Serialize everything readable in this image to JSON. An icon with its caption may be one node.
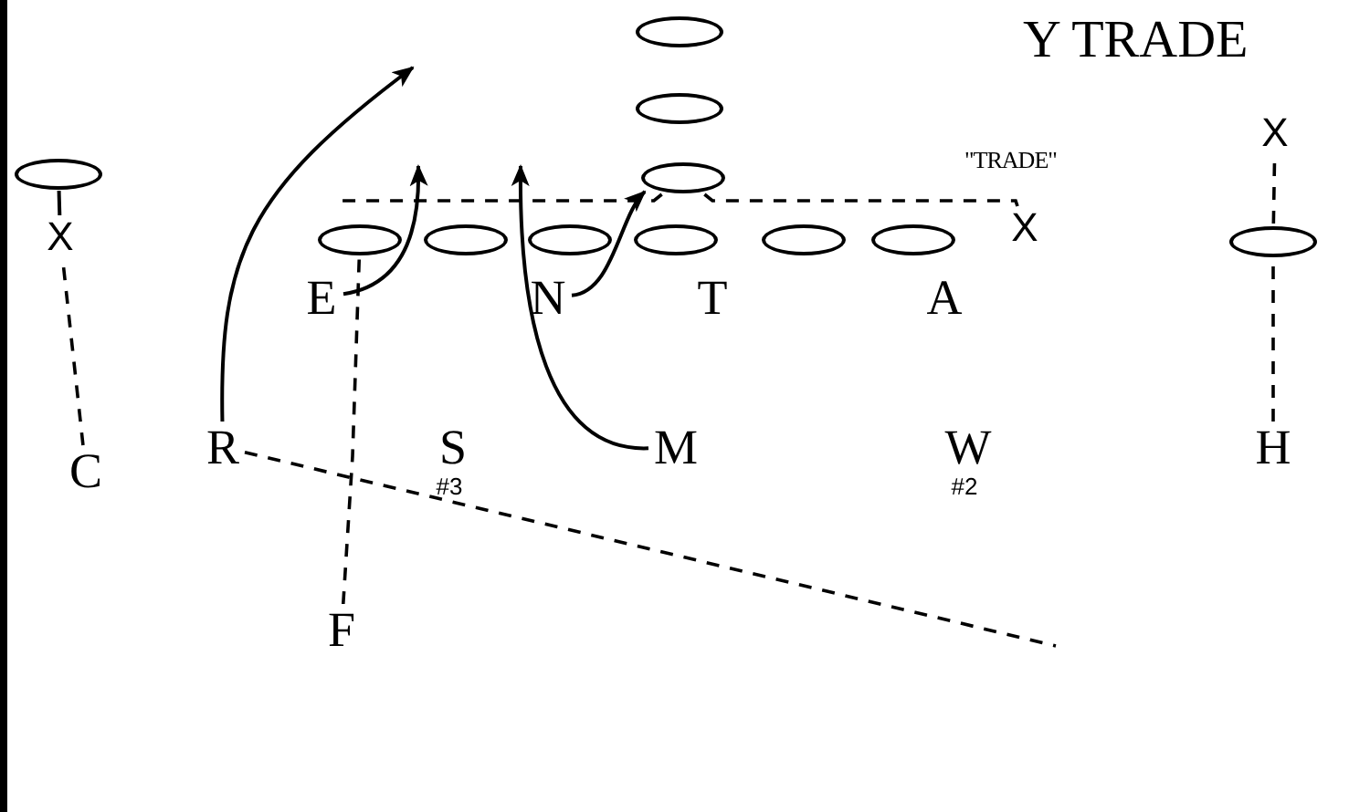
{
  "diagram": {
    "title": "Y TRADE",
    "nodes": [
      {
        "text": [],
        "shape": "ellipse"
      },
      {
        "text": [],
        "shape": "ellipse"
      },
      {
        "text": [
          "X"
        ]
      },
      {
        "text": [],
        "shape": "ellipse"
      },
      {
        "text": [],
        "shape": "ellipse"
      },
      {
        "text": [
          "X"
        ]
      },
      {
        "text": [],
        "shape": "ellipse"
      },
      {
        "text": [],
        "shape": "ellipse"
      },
      {
        "text": [],
        "shape": "ellipse"
      },
      {
        "text": [],
        "shape": "ellipse"
      },
      {
        "text": [],
        "shape": "ellipse"
      },
      {
        "text": [],
        "shape": "ellipse"
      },
      {
        "text": [
          "X"
        ]
      },
      {
        "text": [],
        "shape": "ellipse"
      },
      {
        "text": [
          "E"
        ]
      },
      {
        "text": [
          "N"
        ]
      },
      {
        "text": [
          "T"
        ]
      },
      {
        "text": [
          "A"
        ]
      },
      {
        "text": [
          "C"
        ]
      },
      {
        "text": [
          "R"
        ]
      },
      {
        "text": [
          "S"
        ],
        "beside": [
          "#3"
        ]
      },
      {
        "text": [
          "M"
        ]
      },
      {
        "text": [
          "W"
        ],
        "beside": [
          "#2"
        ]
      },
      {
        "text": [
          "H"
        ]
      },
      {
        "text": [
          "F"
        ]
      }
    ],
    "edges": [
      {
        "from": 3,
        "to": 5,
        "arrow": "none"
      },
      {
        "from": 18,
        "to": 5,
        "arrow": "none",
        "style": "dashed"
      },
      {
        "from": 19,
        "to": null,
        "arrow": "to"
      },
      {
        "from": 14,
        "to": null,
        "arrow": "to"
      },
      {
        "from": 21,
        "to": null,
        "arrow": "to"
      },
      {
        "from": 15,
        "to": 4,
        "arrow": "to"
      },
      {
        "from": 4,
        "to": null,
        "arrow": "none",
        "style": "dashed"
      },
      {
        "from": 4,
        "to": 12,
        "arrow": "none",
        "style": "dashed"
      },
      {
        "from": 24,
        "to": 6,
        "arrow": "none",
        "style": "dashed"
      },
      {
        "from": 19,
        "to": null,
        "arrow": "none",
        "style": "dashed"
      },
      {
        "from": 23,
        "to": 13,
        "arrow": "none",
        "style": "dashed"
      },
      {
        "from": 13,
        "to": 2,
        "arrow": "none",
        "style": "dashed"
      }
    ],
    "labels": [
      "\"TRADE\""
    ]
  }
}
